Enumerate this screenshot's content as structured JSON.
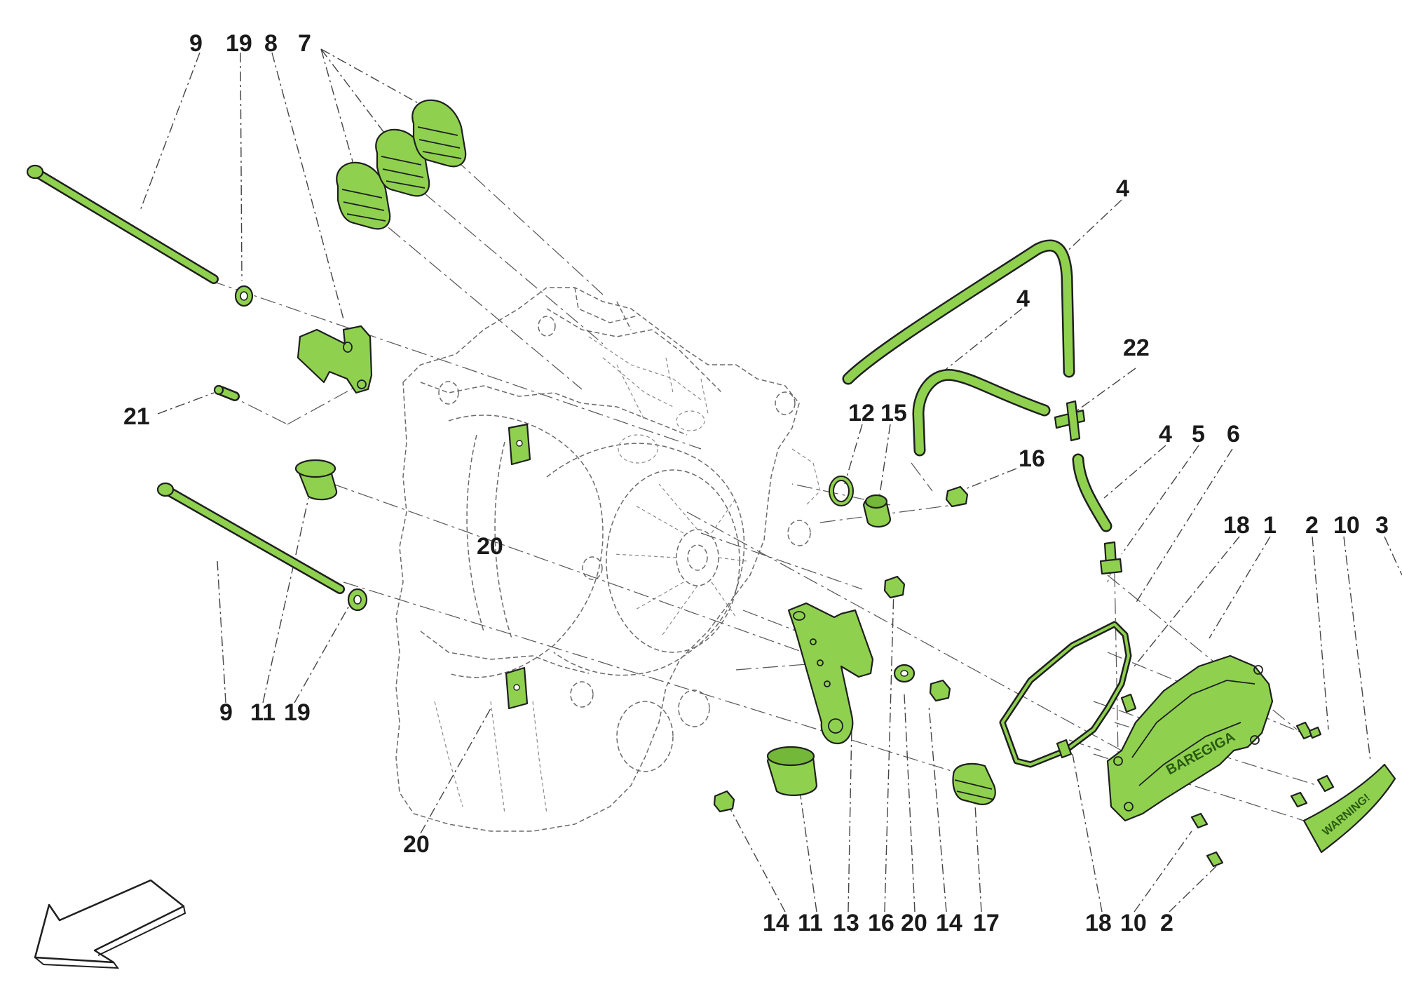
{
  "diagram": {
    "colors": {
      "highlight": "#8fd14f",
      "outline": "#1f1f1f",
      "background": "#ffffff",
      "ghost_lines": "#6a6a6a"
    },
    "callouts": [
      {
        "id": "c-9-top",
        "text": "9"
      },
      {
        "id": "c-19-top",
        "text": "19"
      },
      {
        "id": "c-8",
        "text": "8"
      },
      {
        "id": "c-7",
        "text": "7"
      },
      {
        "id": "c-21",
        "text": "21"
      },
      {
        "id": "c-20-mid",
        "text": "20"
      },
      {
        "id": "c-9-bottom",
        "text": "9"
      },
      {
        "id": "c-11-left",
        "text": "11"
      },
      {
        "id": "c-19-bottom",
        "text": "19"
      },
      {
        "id": "c-20-low",
        "text": "20"
      },
      {
        "id": "c-4-top",
        "text": "4"
      },
      {
        "id": "c-4-mid",
        "text": "4"
      },
      {
        "id": "c-22",
        "text": "22"
      },
      {
        "id": "c-12",
        "text": "12"
      },
      {
        "id": "c-15",
        "text": "15"
      },
      {
        "id": "c-16-upper",
        "text": "16"
      },
      {
        "id": "c-4-right",
        "text": "4"
      },
      {
        "id": "c-5",
        "text": "5"
      },
      {
        "id": "c-6",
        "text": "6"
      },
      {
        "id": "c-18-upper",
        "text": "18"
      },
      {
        "id": "c-1",
        "text": "1"
      },
      {
        "id": "c-2-upper",
        "text": "2"
      },
      {
        "id": "c-10-upper",
        "text": "10"
      },
      {
        "id": "c-3",
        "text": "3"
      },
      {
        "id": "c-14-a",
        "text": "14"
      },
      {
        "id": "c-11-b",
        "text": "11"
      },
      {
        "id": "c-13",
        "text": "13"
      },
      {
        "id": "c-16-b",
        "text": "16"
      },
      {
        "id": "c-20-b",
        "text": "20"
      },
      {
        "id": "c-14-b",
        "text": "14"
      },
      {
        "id": "c-17",
        "text": "17"
      },
      {
        "id": "c-18-b",
        "text": "18"
      },
      {
        "id": "c-10-b",
        "text": "10"
      },
      {
        "id": "c-2-b",
        "text": "2"
      }
    ],
    "cover_brand_text": "BAREGIGA",
    "label_warning_text": "WARNING!"
  }
}
